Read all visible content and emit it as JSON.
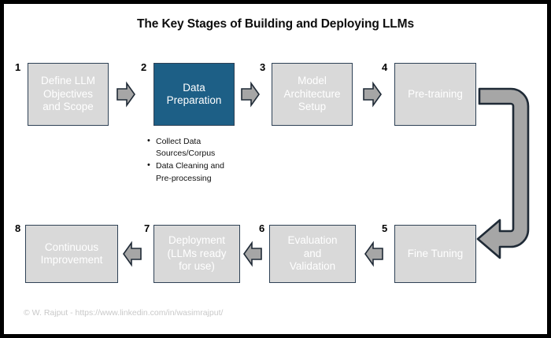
{
  "diagram": {
    "title": "The Key Stages of Building and Deploying LLMs",
    "credit": "© W. Rajput - https://www.linkedin.com/in/wasimrajput/",
    "accent_color": "#1d5f86",
    "box_color": "#d9d9d9",
    "arrow_color": "#a6a6a6",
    "border_color": "#2e4155",
    "stages": [
      {
        "number": "1",
        "lines": [
          "Define LLM",
          "Objectives",
          "and Scope"
        ],
        "highlighted": false
      },
      {
        "number": "2",
        "lines": [
          "Data",
          "Preparation"
        ],
        "highlighted": true,
        "bullets": [
          "Collect Data Sources/Corpus",
          "Data Cleaning and Pre-processing"
        ]
      },
      {
        "number": "3",
        "lines": [
          "Model",
          "Architecture",
          "Setup"
        ],
        "highlighted": false
      },
      {
        "number": "4",
        "lines": [
          "Pre-training"
        ],
        "highlighted": false
      },
      {
        "number": "5",
        "lines": [
          "Fine Tuning"
        ],
        "highlighted": false
      },
      {
        "number": "6",
        "lines": [
          "Evaluation",
          "and",
          "Validation"
        ],
        "highlighted": false
      },
      {
        "number": "7",
        "lines": [
          "Deployment",
          "(LLMs ready",
          "for use)"
        ],
        "highlighted": false
      },
      {
        "number": "8",
        "lines": [
          "Continuous",
          "Improvement"
        ],
        "highlighted": false
      }
    ],
    "connectors": [
      {
        "name": "arrow-1-to-2",
        "direction": "right"
      },
      {
        "name": "arrow-2-to-3",
        "direction": "right"
      },
      {
        "name": "arrow-3-to-4",
        "direction": "right"
      },
      {
        "name": "arrow-4-to-5",
        "direction": "loop-down-left"
      },
      {
        "name": "arrow-5-to-6",
        "direction": "left"
      },
      {
        "name": "arrow-6-to-7",
        "direction": "left"
      },
      {
        "name": "arrow-7-to-8",
        "direction": "left"
      }
    ]
  }
}
